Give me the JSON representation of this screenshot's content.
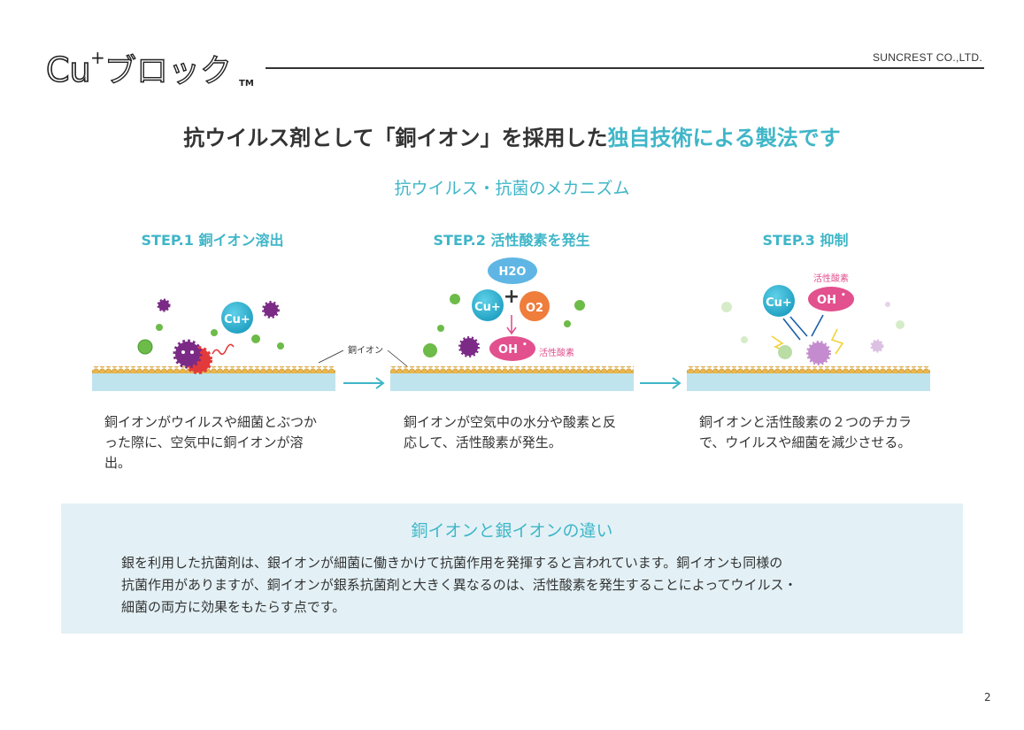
{
  "logo": {
    "brand": "Cu",
    "sup": "+",
    "katakana": "ブロック",
    "tm": "TM"
  },
  "header": {
    "company": "SUNCREST CO.,LTD."
  },
  "headline": {
    "main": "抗ウイルス剤として「銅イオン」を採用した",
    "highlight": "独自技術による製法です"
  },
  "mechanism": {
    "title": "抗ウイルス・抗菌のメカニズム",
    "steps": [
      {
        "title": "STEP.1 銅イオン溶出",
        "text": "銅イオンがウイルスや細菌とぶつかった際に、空気中に銅イオンが溶出。"
      },
      {
        "title": "STEP.2 活性酸素を発生",
        "text": "銅イオンが空気中の水分や酸素と反応して、活性酸素が発生。"
      },
      {
        "title": "STEP.3 抑制",
        "text": "銅イオンと活性酸素の２つのチカラで、ウイルスや細菌を減少させる。"
      }
    ],
    "labels": {
      "cu": "Cu+",
      "h2o": "H2O",
      "o2": "O2",
      "oh": "OH",
      "oh_dot": "•",
      "plus": "+",
      "active_oxygen": "活性酸素",
      "copper_ion": "銅イオン"
    }
  },
  "difference": {
    "title": "銅イオンと銀イオンの違い",
    "text_lines": [
      "銀を利用した抗菌剤は、銀イオンが細菌に働きかけて抗菌作用を発揮すると言われています。銅イオンも同様の",
      "抗菌作用がありますが、銅イオンが銀系抗菌剤と大きく異なるのは、活性酸素を発生することによってウイルス・",
      "細菌の両方に効果をもたらす点です。"
    ]
  },
  "page_number": "2",
  "colors": {
    "accent": "#3fb6c8",
    "cu_ion": "#2fb1cf",
    "oxygen": "#ef7d3c",
    "active_oxygen": "#e2508e",
    "virus": "#7b2a86",
    "bacteria": "#6dbb48",
    "substrate": "#bfe4ee",
    "copper_bead": "#e8b64b",
    "box_bg": "#e3f1f6"
  }
}
